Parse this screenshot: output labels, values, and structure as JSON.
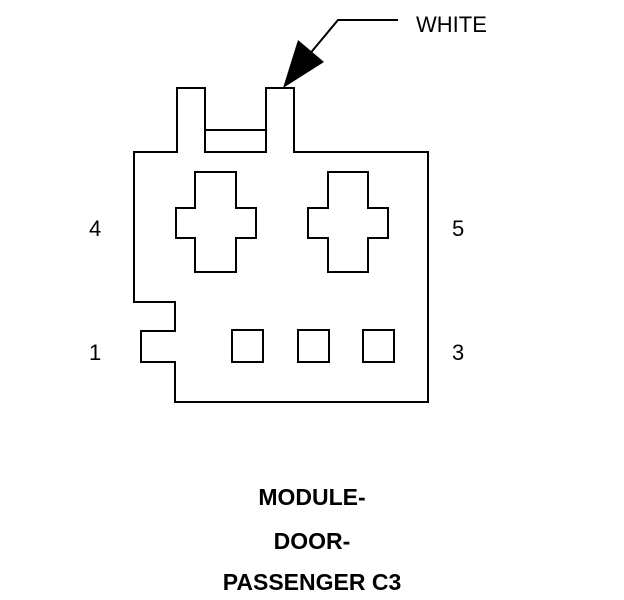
{
  "callout": {
    "label": "WHITE"
  },
  "pins": {
    "left_top": "4",
    "right_top": "5",
    "left_bottom": "1",
    "right_bottom": "3"
  },
  "title": {
    "line1": "MODULE-",
    "line2": "DOOR-",
    "line3": "PASSENGER C3"
  },
  "colors": {
    "stroke": "#000000",
    "background": "#ffffff"
  }
}
